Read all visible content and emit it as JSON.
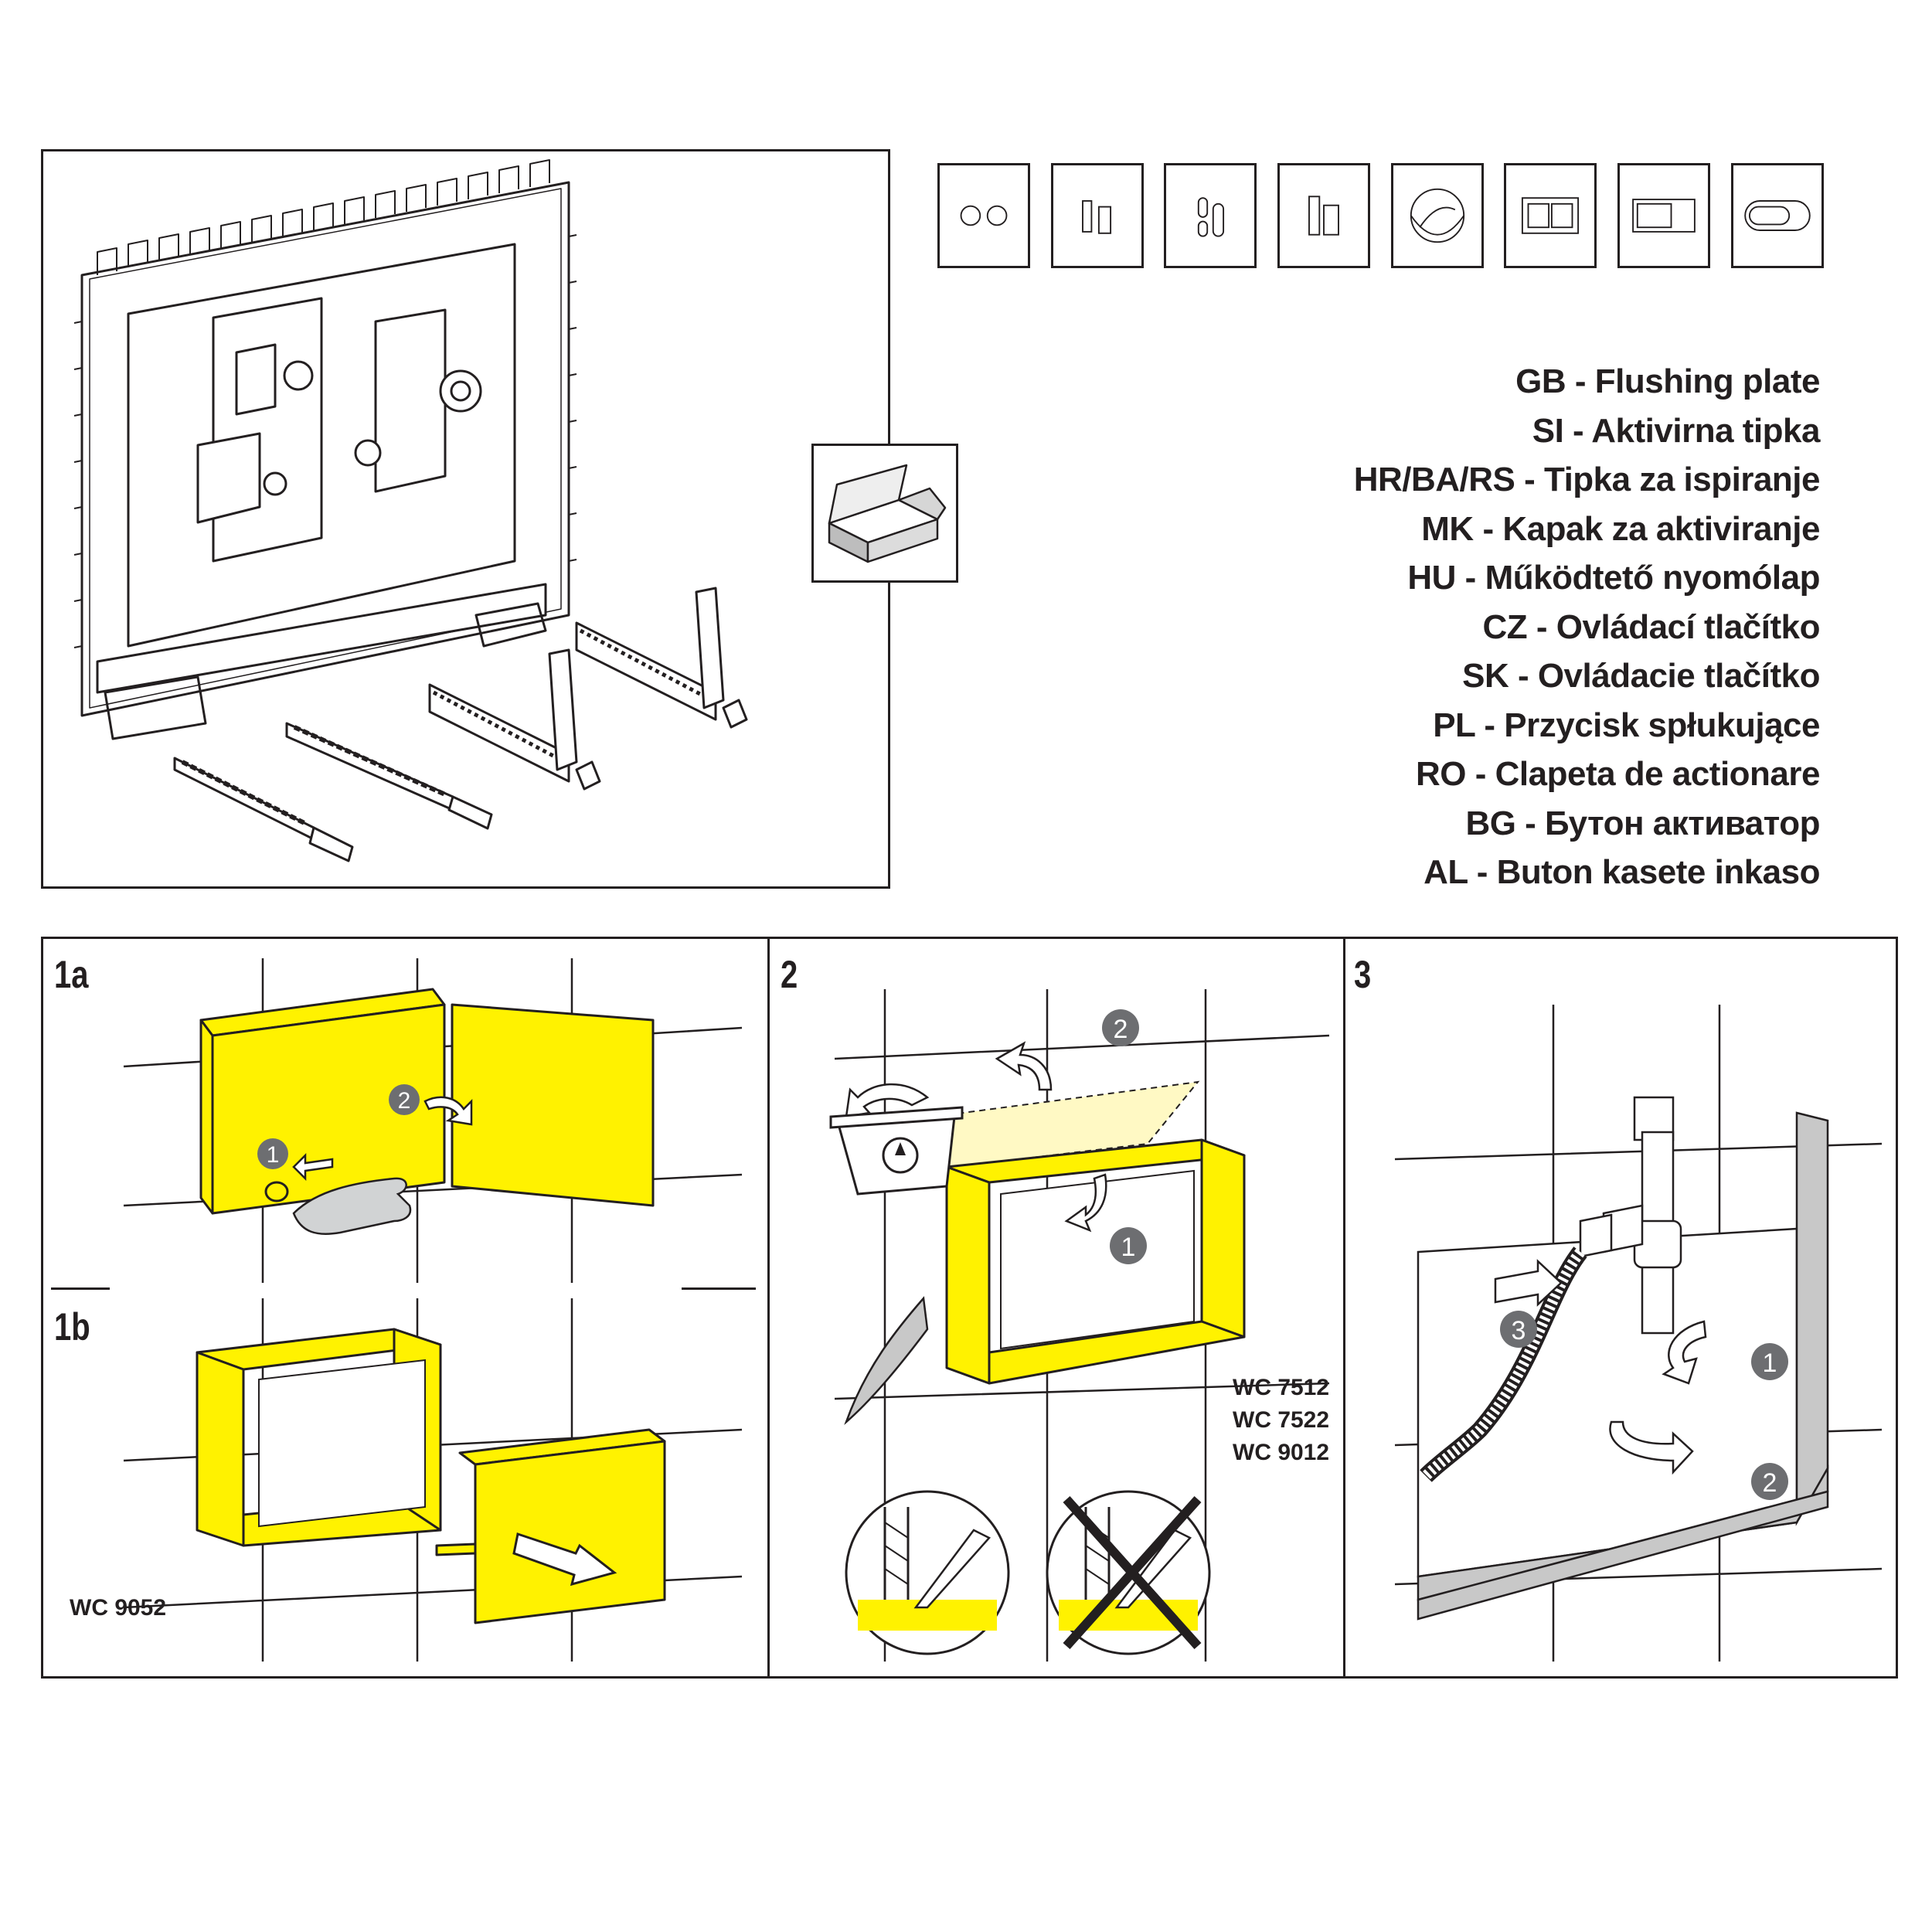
{
  "languages": [
    {
      "code": "GB",
      "name": "Flushing plate"
    },
    {
      "code": "SI",
      "name": "Aktivirna tipka"
    },
    {
      "code": "HR/BA/RS",
      "name": "Tipka za ispiranje"
    },
    {
      "code": "MK",
      "name": "Kapak za aktiviranje"
    },
    {
      "code": "HU",
      "name": "Működtető nyomólap"
    },
    {
      "code": "CZ",
      "name": "Ovládací tlačítko"
    },
    {
      "code": "SK",
      "name": "Ovládacie tlačítko"
    },
    {
      "code": "PL",
      "name": "Przycisk spłukujące"
    },
    {
      "code": "RO",
      "name": "Clapeta de actionare"
    },
    {
      "code": "BG",
      "name": "Бутон активатор"
    },
    {
      "code": "AL",
      "name": "Buton kasete inkaso"
    }
  ],
  "separator": " - ",
  "steps": {
    "s1a": "1a",
    "s1b": "1b",
    "s2": "2",
    "s3": "3"
  },
  "models": {
    "m9052": "WC 9052",
    "m7512": "WC 7512",
    "m7522": "WC 7522",
    "m9012": "WC 9012"
  },
  "markers": {
    "one": "1",
    "two": "2",
    "three": "3"
  },
  "icons": {
    "plates": [
      "dual-round-plate-icon",
      "dual-slim-rect-plate-icon",
      "dual-pill-plate-icon",
      "dual-tall-rect-plate-icon",
      "circle-split-plate-icon",
      "dual-rect-framed-plate-icon",
      "single-rect-plate-icon",
      "pill-single-plate-icon"
    ],
    "accessories": [
      "open-box-icon",
      "recycle-bin-icon",
      "hand-icon",
      "knife-icon",
      "cross-icon"
    ]
  },
  "colors": {
    "yellow": "#fff200",
    "line": "#231f20",
    "grey": "#c8c8c8",
    "marker": "#6d6e71"
  }
}
